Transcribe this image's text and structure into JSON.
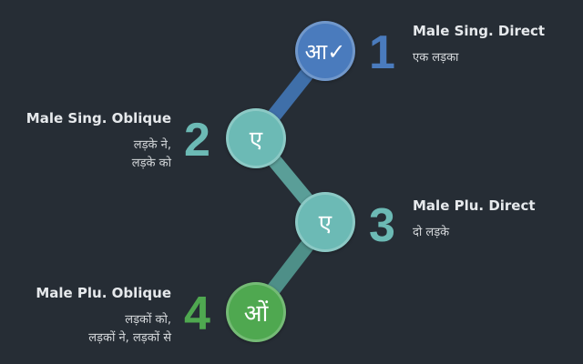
{
  "colors": {
    "background": "#262d35",
    "blue": "#4a7bbd",
    "teal": "#6cbab5",
    "green": "#4fa850",
    "connector_blue": "#3f6fa9",
    "connector_teal": "#5a9e98"
  },
  "stages": [
    {
      "number": "1",
      "ending": "आ✓",
      "title": "Male Sing. Direct",
      "examples": [
        "एक लड़का"
      ]
    },
    {
      "number": "2",
      "ending": "ए",
      "title": "Male Sing. Oblique",
      "examples": [
        "लड़के ने,",
        "लड़के को"
      ]
    },
    {
      "number": "3",
      "ending": "ए",
      "title": "Male Plu. Direct",
      "examples": [
        "दो लड़के"
      ]
    },
    {
      "number": "4",
      "ending": "ओं",
      "title": "Male Plu. Oblique",
      "examples": [
        "लड़कों को,",
        "लड़कों ने, लड़कों से"
      ]
    }
  ]
}
